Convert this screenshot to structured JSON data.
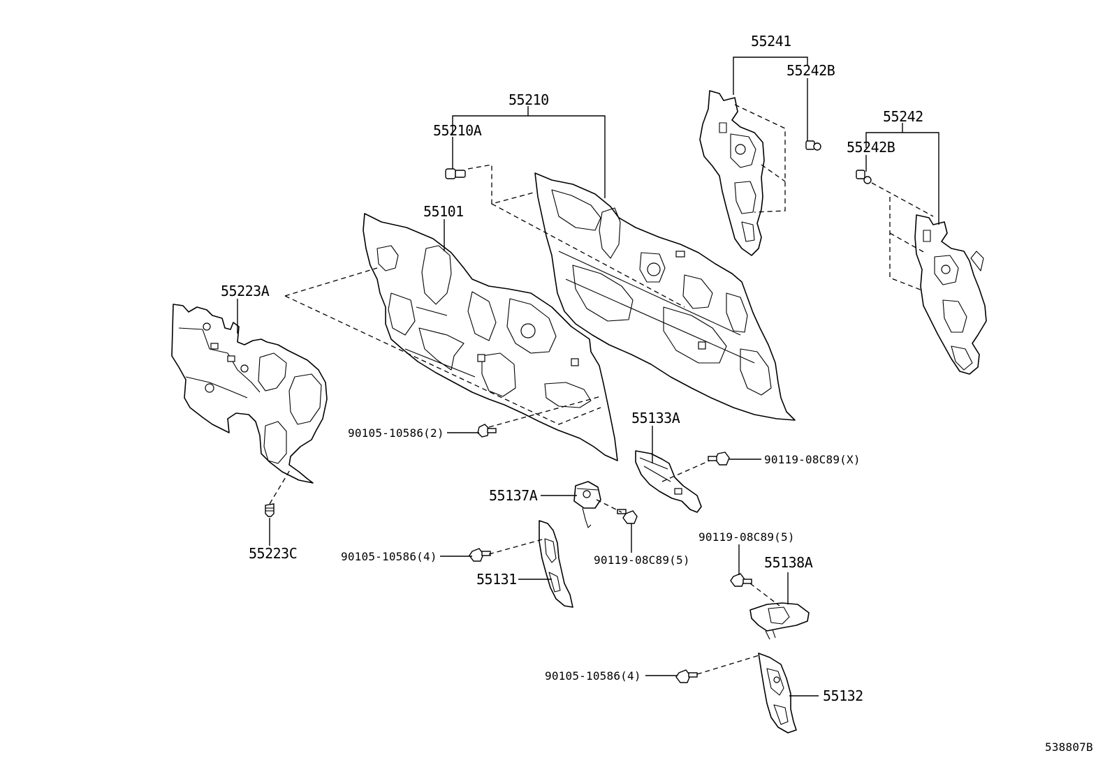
{
  "labels": {
    "p55241": "55241",
    "p55242B_top": "55242B",
    "p55210": "55210",
    "p55210A": "55210A",
    "p55242": "55242",
    "p55242B_right": "55242B",
    "p55101": "55101",
    "p55223A": "55223A",
    "p55133A": "55133A",
    "b90119_X": "90119-08C89(X)",
    "b90105_2": "90105-10586(2)",
    "p55137A": "55137A",
    "p55223C": "55223C",
    "b90119_5_right": "90119-08C89(5)",
    "b90105_4_left": "90105-10586(4)",
    "b90119_5_mid": "90119-08C89(5)",
    "p55138A": "55138A",
    "p55131": "55131",
    "b90105_4_bottom": "90105-10586(4)",
    "p55132": "55132",
    "drawing_number": "538807B"
  }
}
